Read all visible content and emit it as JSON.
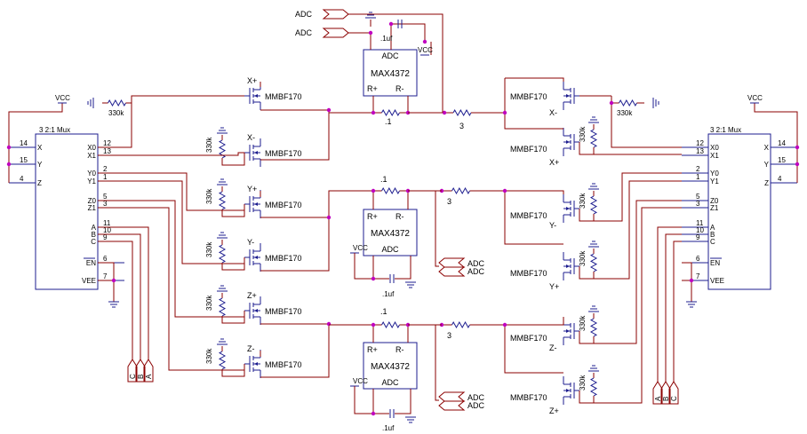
{
  "colors": {
    "wire": "#8b0000",
    "component": "#1d1d8f",
    "junction": "#c000c0",
    "background": "#ffffff"
  },
  "labels": {
    "adc": "ADC",
    "vcc": "VCC",
    "cap": ".1uf",
    "res_sense": ".1",
    "res_series": "3",
    "res_pull": "330k",
    "ic_name": "MAX4372",
    "rplus": "R+",
    "rminus": "R-",
    "fet": "MMBF170"
  },
  "left_mux": {
    "title": "3 2:1 Mux",
    "inner_pins": [
      "X0",
      "X1",
      "Y0",
      "Y1",
      "Z0",
      "Z1",
      "A",
      "B",
      "C",
      "EN",
      "VEE"
    ],
    "inner_nums": [
      "12",
      "13",
      "2",
      "1",
      "5",
      "3",
      "11",
      "10",
      "9",
      "6",
      "7"
    ],
    "outer_pins": [
      "X",
      "Y",
      "Z"
    ],
    "outer_nums": [
      "14",
      "15",
      "4"
    ]
  },
  "right_mux": {
    "title": "3 2:1 Mux",
    "inner_pins": [
      "X0",
      "X1",
      "Y0",
      "Y1",
      "Z0",
      "Z1",
      "A",
      "B",
      "C",
      "EN",
      "VEE"
    ],
    "inner_nums": [
      "12",
      "13",
      "2",
      "1",
      "5",
      "3",
      "11",
      "10",
      "9",
      "6",
      "7"
    ],
    "outer_pins": [
      "X",
      "Y",
      "Z"
    ],
    "outer_nums": [
      "14",
      "15",
      "4"
    ]
  },
  "left_fets": [
    "X+",
    "X-",
    "Y+",
    "Y-",
    "Z+",
    "Z-"
  ],
  "right_fets": [
    "X-",
    "X+",
    "Y-",
    "Y+",
    "Z-",
    "Z+"
  ],
  "left_select_ports": [
    "C",
    "B",
    "A"
  ],
  "right_select_ports": [
    "A",
    "B",
    "C"
  ]
}
